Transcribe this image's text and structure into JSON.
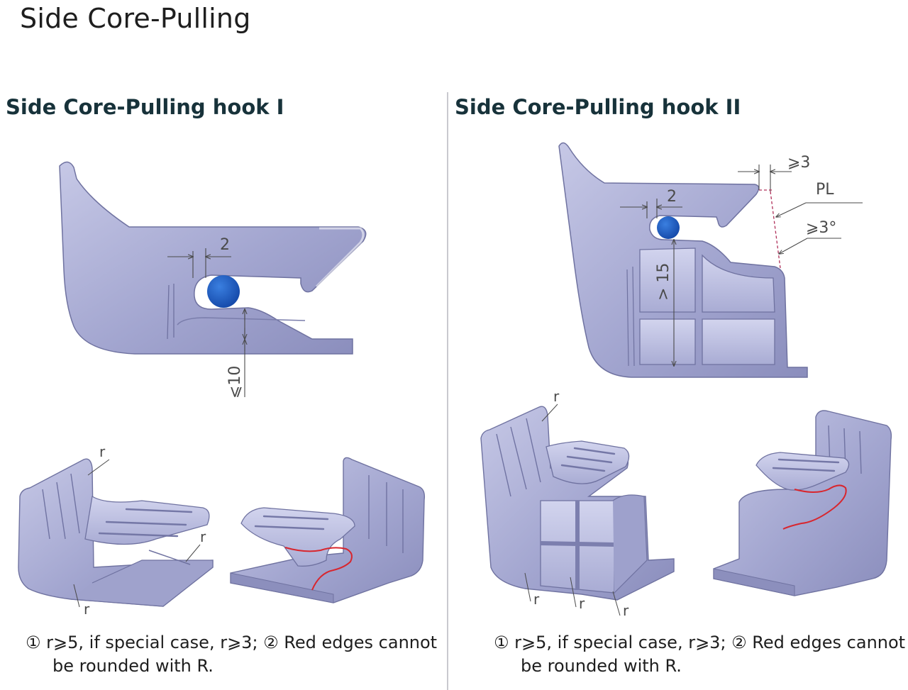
{
  "page": {
    "title": "Side Core-Pulling"
  },
  "panels": [
    {
      "title": "Side Core-Pulling hook I",
      "dims": {
        "gap": "2",
        "height": "⩽10"
      },
      "radius_labels": [
        "r",
        "r",
        "r"
      ],
      "caption_line1": "① r⩾5, if special case, r⩾3; ② Red edges cannot",
      "caption_line2": "be rounded with R."
    },
    {
      "title": "Side Core-Pulling hook II",
      "dims": {
        "gap": "2",
        "clearance": "⩾3",
        "pl": "PL",
        "angle": "⩾3°",
        "height": "> 15"
      },
      "radius_labels": [
        "r",
        "r",
        "r",
        "r"
      ],
      "caption_line1": "① r⩾5, if special case, r⩾3; ② Red edges cannot",
      "caption_line2": "be rounded with R."
    }
  ],
  "colors": {
    "part": "#9c9fc9",
    "part_dark": "#6f72a0",
    "part_light": "#c4c6e4",
    "ball": "#1f5fc6",
    "red_edge": "#d8262e"
  }
}
